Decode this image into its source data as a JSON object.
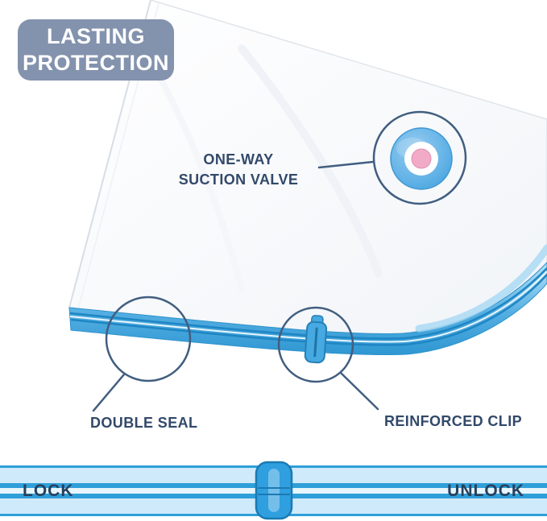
{
  "badge": {
    "line1": "LASTING",
    "line2": "PROTECTION"
  },
  "callouts": {
    "valve": {
      "line1": "ONE-WAY",
      "line2": "SUCTION VALVE"
    },
    "double_seal": {
      "label": "DOUBLE SEAL"
    },
    "reinforced_clip": {
      "label": "REINFORCED CLIP"
    }
  },
  "seal_bar": {
    "left_label": "LOCK",
    "right_label": "UNLOCK"
  },
  "icons": {
    "valve": "suction-valve-icon",
    "clip": "reinforced-clip-icon",
    "slider": "seal-slider-clip-icon"
  },
  "colors": {
    "badge_bg": "#8392ad",
    "label_text": "#32496a",
    "callout_stroke": "#415e80",
    "seal_blue": "#3aa4de",
    "bar_bg": "#cfeafa",
    "bar_stripe": "#2f9fd9",
    "valve_pink": "#f2abc6"
  }
}
